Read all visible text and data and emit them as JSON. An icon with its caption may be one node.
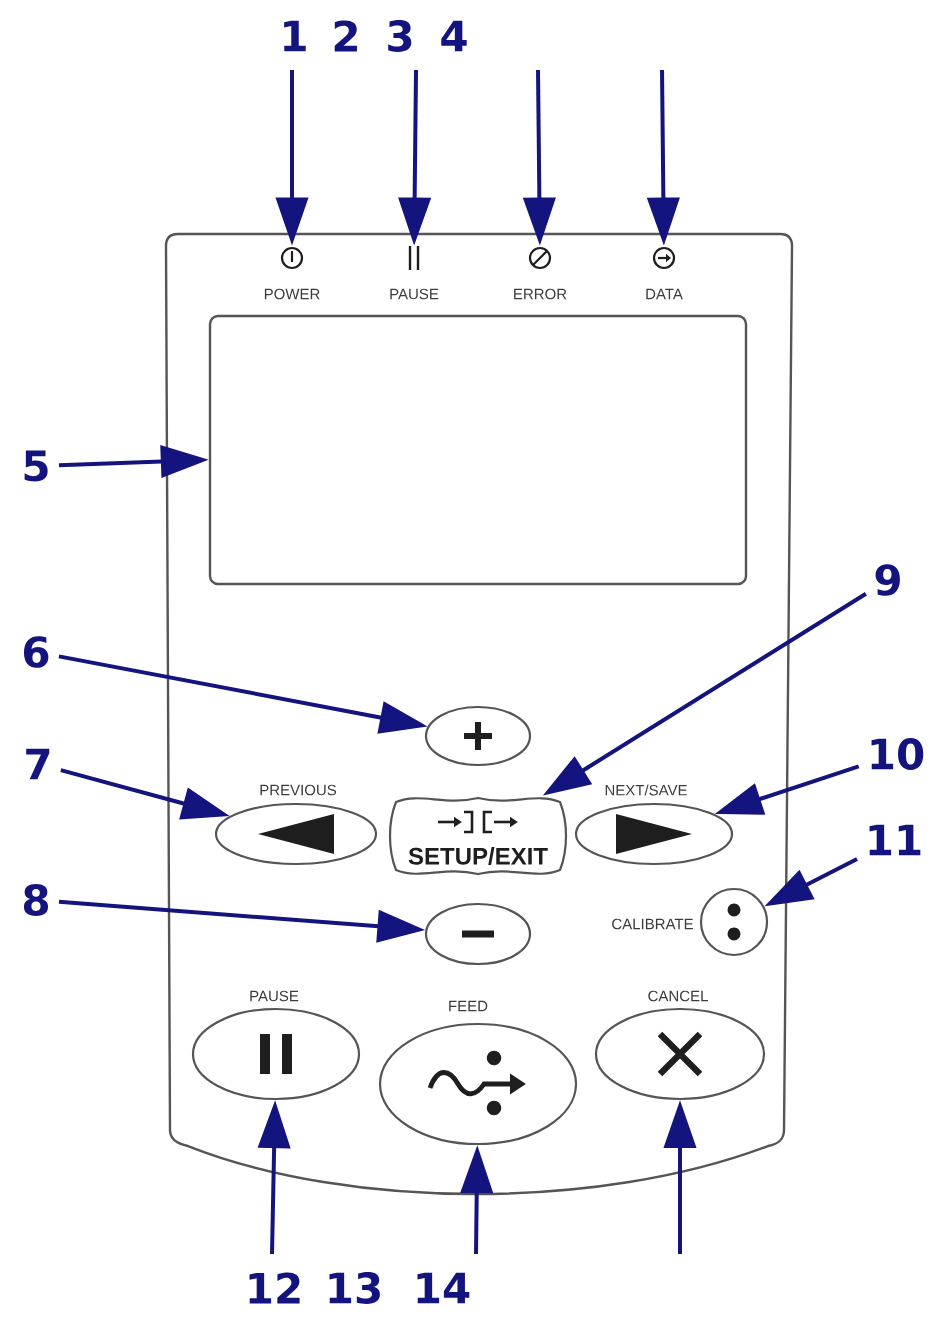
{
  "diagram": {
    "nodes": [
      {
        "text": [],
        "shape": "box"
      },
      {
        "text": [
          "POWER"
        ],
        "in": 0
      },
      {
        "text": [
          "PAUSE"
        ],
        "in": 0
      },
      {
        "text": [
          "ERROR"
        ],
        "in": 0
      },
      {
        "text": [
          "DATA"
        ],
        "in": 0
      },
      {
        "text": [],
        "shape": "box",
        "in": 0
      },
      {
        "text": [],
        "shape": "ellipse",
        "in": 0
      },
      {
        "text": [
          "PREVIOUS"
        ],
        "in": 0
      },
      {
        "text": [
          "SETUP/EXIT"
        ],
        "in": 0
      },
      {
        "text": [
          "NEXT/SAVE"
        ],
        "in": 0
      },
      {
        "text": [],
        "shape": "ellipse",
        "in": 0
      },
      {
        "text": [
          "CALIBRATE"
        ],
        "in": 0
      },
      {
        "text": [
          "PAUSE"
        ],
        "in": 0
      },
      {
        "text": [
          "FEED"
        ],
        "in": 0
      },
      {
        "text": [
          "CANCEL"
        ],
        "in": 0
      },
      {
        "text": [
          "5"
        ]
      },
      {
        "text": [
          "6"
        ]
      },
      {
        "text": [
          "7"
        ]
      },
      {
        "text": [
          "8"
        ]
      },
      {
        "text": [
          "9"
        ]
      },
      {
        "text": [
          "10"
        ]
      },
      {
        "text": [
          "11"
        ]
      }
    ],
    "edges": [
      {
        "from": null,
        "to": 1,
        "arrow": "to"
      },
      {
        "from": null,
        "to": 2,
        "arrow": "to"
      },
      {
        "from": null,
        "to": 3,
        "arrow": "to"
      },
      {
        "from": null,
        "to": 4,
        "arrow": "to"
      },
      {
        "from": 15,
        "to": 5,
        "arrow": "to"
      },
      {
        "from": 16,
        "to": 6,
        "arrow": "to"
      },
      {
        "from": 17,
        "to": 7,
        "arrow": "to"
      },
      {
        "from": 18,
        "to": 10,
        "arrow": "to"
      },
      {
        "from": 19,
        "to": 8,
        "arrow": "to"
      },
      {
        "from": 20,
        "to": 9,
        "arrow": "to"
      },
      {
        "from": 21,
        "to": 11,
        "arrow": "to"
      },
      {
        "from": null,
        "to": 12,
        "arrow": "to"
      },
      {
        "from": null,
        "to": 13,
        "arrow": "to"
      },
      {
        "from": null,
        "to": 14,
        "arrow": "to"
      }
    ],
    "labels": [
      "1",
      "2",
      "3",
      "4",
      "12",
      "13",
      "14"
    ]
  }
}
